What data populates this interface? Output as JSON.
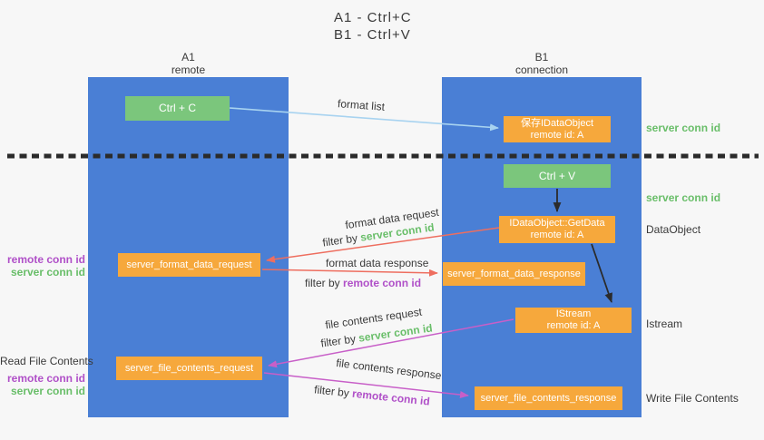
{
  "title": {
    "line1": "A1 - Ctrl+C",
    "line2": "B1 - Ctrl+V"
  },
  "columns": {
    "a1": {
      "name": "A1",
      "subtitle": "remote"
    },
    "b1": {
      "name": "B1",
      "subtitle": "connection"
    }
  },
  "nodes": {
    "ctrl_c": "Ctrl + C",
    "ctrl_v": "Ctrl + V",
    "save_dataobject": {
      "line1": "保存IDataObject",
      "line2": "remote id: A"
    },
    "getdata": {
      "line1": "IDataObject::GetData",
      "line2": "remote id: A"
    },
    "istream": {
      "line1": "IStream",
      "line2": "remote id: A"
    },
    "format_request": "server_format_data_request",
    "format_response": "server_format_data_response",
    "file_request": "server_file_contents_request",
    "file_response": "server_file_contents_response"
  },
  "labels": {
    "format_list": "format list",
    "format_data_request": "format data request",
    "format_data_response": "format data response",
    "file_contents_request": "file contents request",
    "file_contents_response": "file contents response",
    "filter_by": "filter by",
    "server_conn_id": "server conn id",
    "remote_conn_id": "remote conn id",
    "read_file_contents": "Read File Contents",
    "write_file_contents": "Write File Contents",
    "dataobject": "DataObject",
    "istream": "Istream"
  },
  "colors": {
    "column_blue": "#4a7fd5",
    "node_green": "#7bc67c",
    "node_orange": "#f6a83c",
    "arrow_blue": "#a8d3f0",
    "arrow_red": "#ee6e5f",
    "arrow_magenta": "#c85fc8",
    "text_green": "#69be69",
    "text_purple": "#b050c8",
    "text_dark": "#3a3a3a",
    "separator_dark": "#2b2b2b",
    "background": "#f7f7f7"
  }
}
